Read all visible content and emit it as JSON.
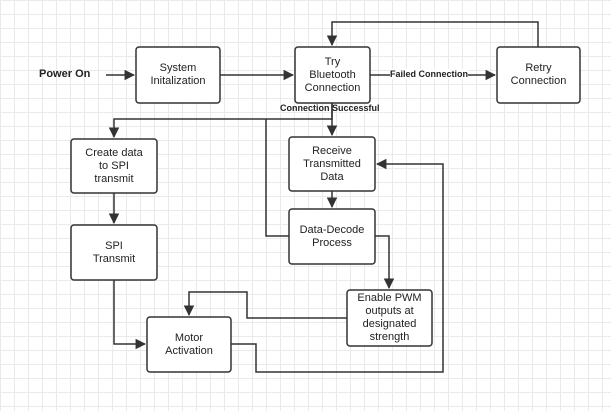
{
  "diagram": {
    "start_label": "Power On",
    "nodes": {
      "system_init": "System\nInitalization",
      "try_bluetooth": "Try\nBluetooth\nConnection",
      "retry": "Retry\nConnection",
      "create_data": "Create data\nto SPI\ntransmit",
      "receive": "Receive\nTransmitted\nData",
      "spi_transmit": "SPI\nTransmit",
      "decode": "Data-Decode\nProcess",
      "pwm": "Enable PWM\noutputs at\ndesignated\nstrength",
      "motor": "Motor\nActivation"
    },
    "edge_labels": {
      "failed": "Failed Connection",
      "successful": "Connection Successful"
    }
  }
}
